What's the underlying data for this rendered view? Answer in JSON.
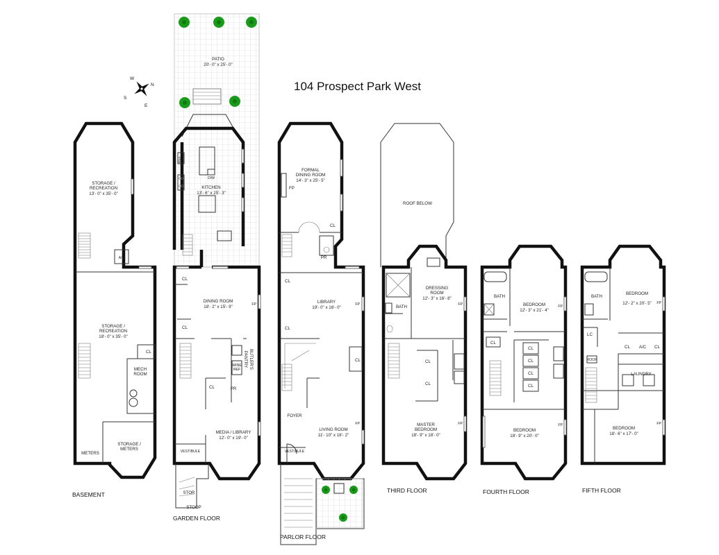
{
  "title": "104 Prospect Park West",
  "compass": {
    "w": "W",
    "n": "N",
    "s": "S",
    "e": "E"
  },
  "floors": {
    "basement": "BASEMENT",
    "garden": "GARDEN FLOOR",
    "parlor": "PARLOR FLOOR",
    "third": "THIRD FLOOR",
    "fourth": "FOURTH FLOOR",
    "fifth": "FIFTH FLOOR"
  },
  "basement": {
    "storage1_name": "STORAGE /",
    "storage1_name2": "RECREATION",
    "storage1_dim": "13'- 0\" x 35'- 0\"",
    "ac": "A/C",
    "storage2_name": "STORAGE /",
    "storage2_name2": "RECREATION",
    "storage2_dim": "18'- 0\" x 35'- 0\"",
    "cl": "CL",
    "mech1": "MECH",
    "mech2": "ROOM",
    "meters": "METERS",
    "sm1": "STORAGE /",
    "sm2": "METERS"
  },
  "garden": {
    "patio": "PATIO",
    "patio_dim": "20'- 0\" x 25'- 0\"",
    "kitchen": "KITCHEN",
    "kitchen_dim": "13'- 6\" x 25'- 3\"",
    "dw": "D/W",
    "ref": "REF",
    "cl_a": "CL",
    "dining": "DINING ROOM",
    "dining_dim": "18'- 2\" x 15'- 9\"",
    "fp": "FP",
    "cl_b": "CL",
    "butlers1": "BUTLER'S",
    "butlers2": "PANTRY",
    "wine1": "WINE",
    "wine2": "REF",
    "cl_c": "CL",
    "pr": "PR",
    "media": "MEDIA / LIBRARY",
    "media_dim": "12'- 0\" x 19'- 0\"",
    "vestibule": "VESTIBULE",
    "stor": "STOR",
    "stoop": "STOOP"
  },
  "parlor": {
    "formal1": "FORMAL",
    "formal2": "DINING ROOM",
    "formal_dim": "14'- 3\" x 25'- 5\"",
    "fp1": "FP",
    "cl_a": "CL",
    "pr": "PR",
    "cl_b": "CL",
    "library": "LIBRARY",
    "library_dim": "19'- 0\" x 16'- 0\"",
    "fp2": "FP",
    "cl_c": "CL",
    "cl_d": "CL",
    "foyer": "FOYER",
    "living": "LIVING ROOM",
    "living_dim": "11'- 10\" x 18'- 2\"",
    "fp3": "FP",
    "vestibule": "VESTIBULE"
  },
  "third": {
    "roof": "ROOF BELOW",
    "bath": "BATH",
    "dressing1": "DRESSING",
    "dressing2": "ROOM",
    "dressing_dim": "12'- 3\" x 16'- 8\"",
    "fp1": "FP",
    "cl_a": "CL",
    "cl_b": "CL",
    "master1": "MASTER",
    "master2": "BEDROOM",
    "master_dim": "18'- 9\" x 18'- 0\"",
    "fp2": "FP"
  },
  "fourth": {
    "bath": "BATH",
    "bedroom1": "BEDROOM",
    "bedroom1_dim": "12'- 3\" x 21'- 4\"",
    "fp1": "FP",
    "cl_a": "CL",
    "cl_b": "CL",
    "cl_c": "CL",
    "cl_d": "CL",
    "cl_e": "CL",
    "bedroom2": "BEDROOM",
    "bedroom2_dim": "18'- 9\" x 20'- 0\"",
    "fp2": "FP"
  },
  "fifth": {
    "bath": "BATH",
    "bedroom1": "BEDROOM",
    "bedroom1_dim": "12'- 2\" x 20'- 5\"",
    "fp1": "FP",
    "lc": "LC",
    "cl_a": "CL",
    "ac": "A/C",
    "cl_b": "CL",
    "roof": "ROOF",
    "laundry": "LAUNDRY",
    "bedroom2": "BEDROOM",
    "bedroom2_dim": "18'- 6\" x 17'- 0\"",
    "fp2": "FP"
  },
  "colors": {
    "wall": "#111111",
    "tree": "#1a9a1a",
    "grid": "#cfcfcf"
  }
}
